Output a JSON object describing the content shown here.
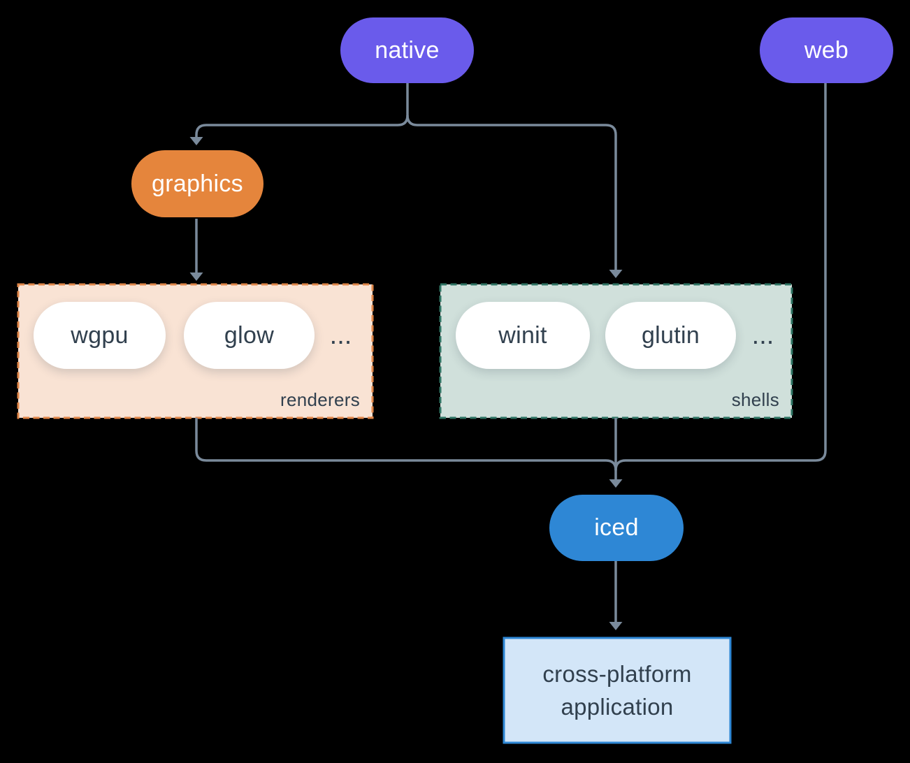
{
  "diagram": {
    "nodes": {
      "native": "native",
      "web": "web",
      "graphics": "graphics",
      "iced": "iced",
      "application": "cross-platform application"
    },
    "groups": {
      "renderers": {
        "label": "renderers",
        "pills": [
          "wgpu",
          "glow"
        ],
        "ellipsis": "..."
      },
      "shells": {
        "label": "shells",
        "pills": [
          "winit",
          "glutin"
        ],
        "ellipsis": "..."
      }
    },
    "colors": {
      "background": "#000000",
      "platform_purple": "#6A5BEB",
      "graphics_orange": "#E5853C",
      "iced_blue": "#2E87D5",
      "edge_gray": "#7A8A9B",
      "renderers_fill": "#F9E3D4",
      "renderers_border": "#E08648",
      "shells_fill": "#D0E0DB",
      "shells_border": "#2F7564",
      "application_fill": "#D3E6F8",
      "application_border": "#2E87D5",
      "text_dark": "#31404E",
      "text_light": "#FFFFFF"
    }
  }
}
